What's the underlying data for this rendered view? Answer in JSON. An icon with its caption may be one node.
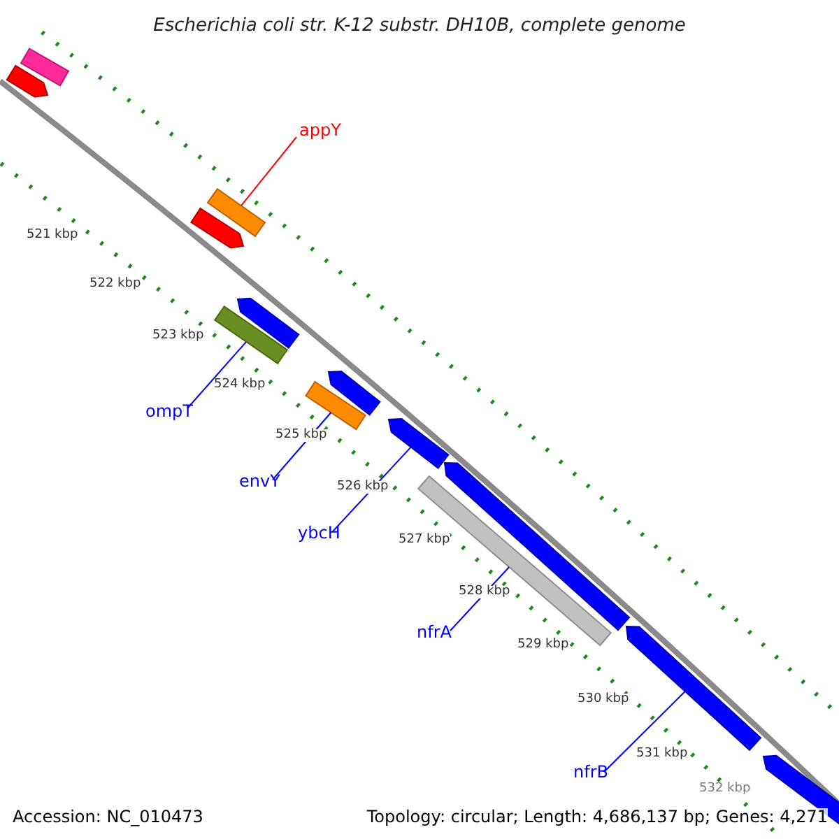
{
  "diagram": {
    "title": "Escherichia coli str. K-12 substr. DH10B, complete genome",
    "nodes": [
      {
        "text": [],
        "shape": "bar"
      },
      {
        "text": [],
        "shape": "arrow"
      },
      {
        "text": [
          "appY"
        ]
      },
      {
        "text": [],
        "shape": "bar"
      },
      {
        "text": [],
        "shape": "arrow"
      },
      {
        "text": [],
        "shape": "arrow"
      },
      {
        "text": [],
        "shape": "bar"
      },
      {
        "text": [],
        "shape": "arrow"
      },
      {
        "text": [],
        "shape": "bar"
      },
      {
        "text": [
          "ompT"
        ]
      },
      {
        "text": [],
        "shape": "arrow"
      },
      {
        "text": [],
        "shape": "arrow"
      },
      {
        "text": [
          "envY"
        ]
      },
      {
        "text": [],
        "shape": "bar"
      },
      {
        "text": [
          "ybcH"
        ]
      },
      {
        "text": [
          "nfrA"
        ]
      },
      {
        "text": [],
        "shape": "arrow"
      },
      {
        "text": [],
        "shape": "arrow"
      },
      {
        "text": [
          "nfrB"
        ]
      }
    ],
    "edges": [
      {
        "from": 2,
        "to": 3,
        "arrow": "none",
        "color": "#ff0000"
      },
      {
        "from": 9,
        "to": 6,
        "arrow": "none"
      },
      {
        "from": 12,
        "to": 8,
        "arrow": "none"
      },
      {
        "from": 14,
        "to": 10,
        "arrow": "none"
      },
      {
        "from": 15,
        "to": 13,
        "arrow": "none"
      },
      {
        "from": 18,
        "to": 16,
        "arrow": "none"
      }
    ],
    "labels": [
      "521 kbp",
      "522 kbp",
      "523 kbp",
      "524 kbp",
      "525 kbp",
      "526 kbp",
      "527 kbp",
      "528 kbp",
      "529 kbp",
      "530 kbp",
      "531 kbp",
      "532 kbp",
      "Accession: NC_010473",
      "Topology: circular; Length: 4,686,137 bp; Genes: 4,271"
    ]
  }
}
